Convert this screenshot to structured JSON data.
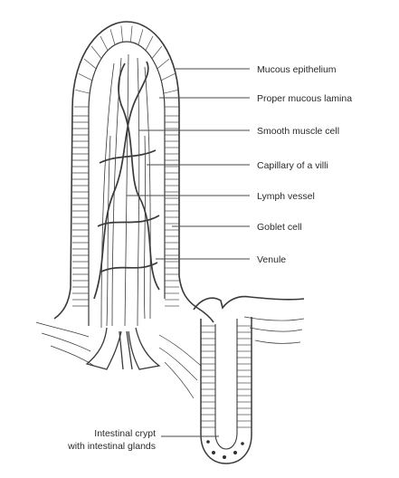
{
  "diagram": {
    "labels": {
      "mucous_epithelium": "Mucous epithelium",
      "proper_mucous_lamina": "Proper mucous lamina",
      "smooth_muscle_cell": "Smooth muscle cell",
      "capillary_of_villi": "Capillary of a villi",
      "lymph_vessel": "Lymph vessel",
      "goblet_cell": "Goblet cell",
      "venule": "Venule",
      "intestinal_crypt_line1": "Intestinal crypt",
      "intestinal_crypt_line2": "with intestinal glands"
    },
    "colors": {
      "ink": "#3a3a3a",
      "text": "#2a2a2a",
      "background": "#ffffff"
    }
  }
}
